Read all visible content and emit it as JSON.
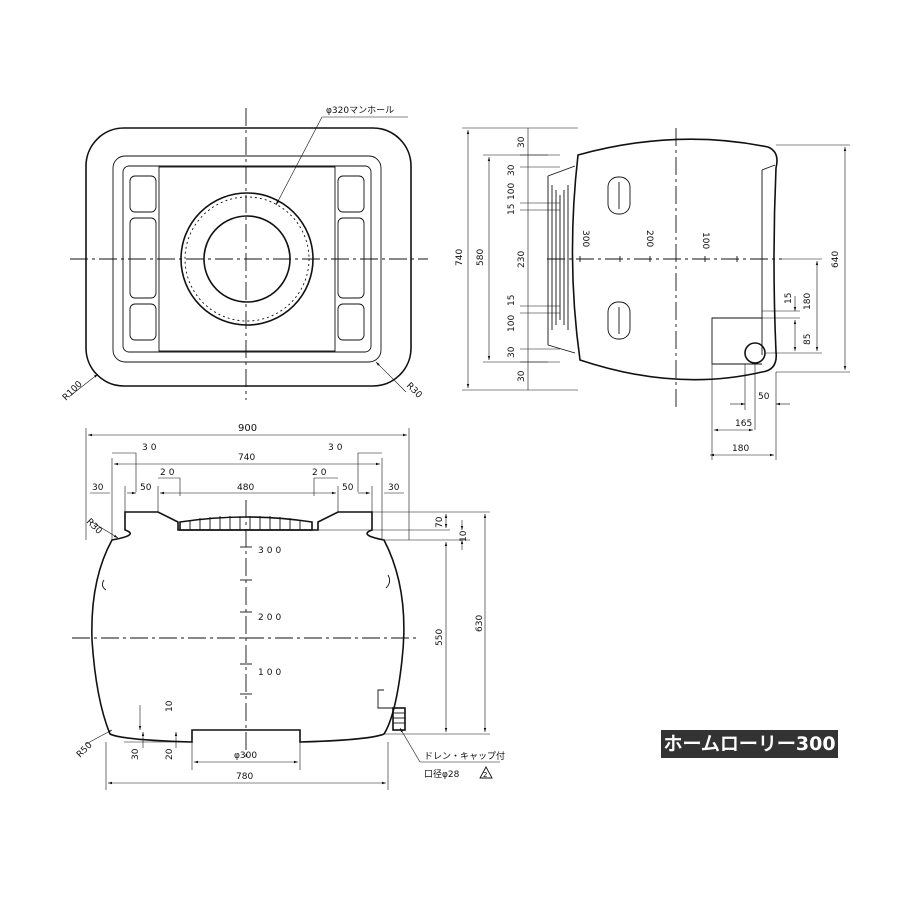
{
  "title": "ホームローリー300",
  "top_view": {
    "manhole_label": "φ320マンホール",
    "r_outer": "R100",
    "r_inner": "R30"
  },
  "side_view": {
    "dim_740": "740",
    "dim_580": "580",
    "dim_640": "640",
    "dim_30a": "30",
    "dim_30b": "30",
    "dim_100a": "100",
    "dim_15a": "15",
    "dim_230": "230",
    "dim_15b": "15",
    "dim_100b": "100",
    "dim_30c": "30",
    "dim_30d": "30",
    "dim_180v": "180",
    "dim_15c": "15",
    "dim_85": "85",
    "dim_50": "50",
    "dim_165": "165",
    "dim_180h": "180",
    "level_300": "300",
    "level_200": "200",
    "level_100": "100"
  },
  "front_view": {
    "dim_900": "900",
    "dim_30l": "30",
    "dim_740": "740",
    "dim_30r": "30",
    "dim_20l": "20",
    "dim_20r": "20",
    "dim_30ol": "30",
    "dim_50l": "50",
    "dim_480": "480",
    "dim_50r": "50",
    "dim_30or": "30",
    "r30": "R30",
    "r50": "R50",
    "dim_70": "70",
    "dim_10a": "10",
    "dim_550": "550",
    "dim_630": "630",
    "level_300": "300",
    "level_200": "200",
    "level_100": "100",
    "dim_10b": "10",
    "dim_30b": "30",
    "dim_20b": "20",
    "phi300": "φ300",
    "dim_780": "780",
    "drain_label": "ドレン・キャップ付",
    "drain_size": "口径φ28",
    "drain_mark": "2"
  }
}
